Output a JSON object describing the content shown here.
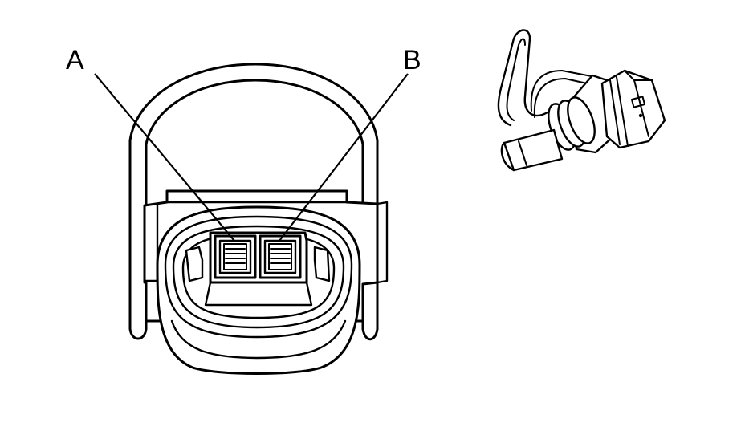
{
  "diagram": {
    "callouts": [
      {
        "id": "A",
        "label": "A"
      },
      {
        "id": "B",
        "label": "B"
      }
    ]
  },
  "colors": {
    "line": "#000000",
    "background": "#ffffff"
  }
}
